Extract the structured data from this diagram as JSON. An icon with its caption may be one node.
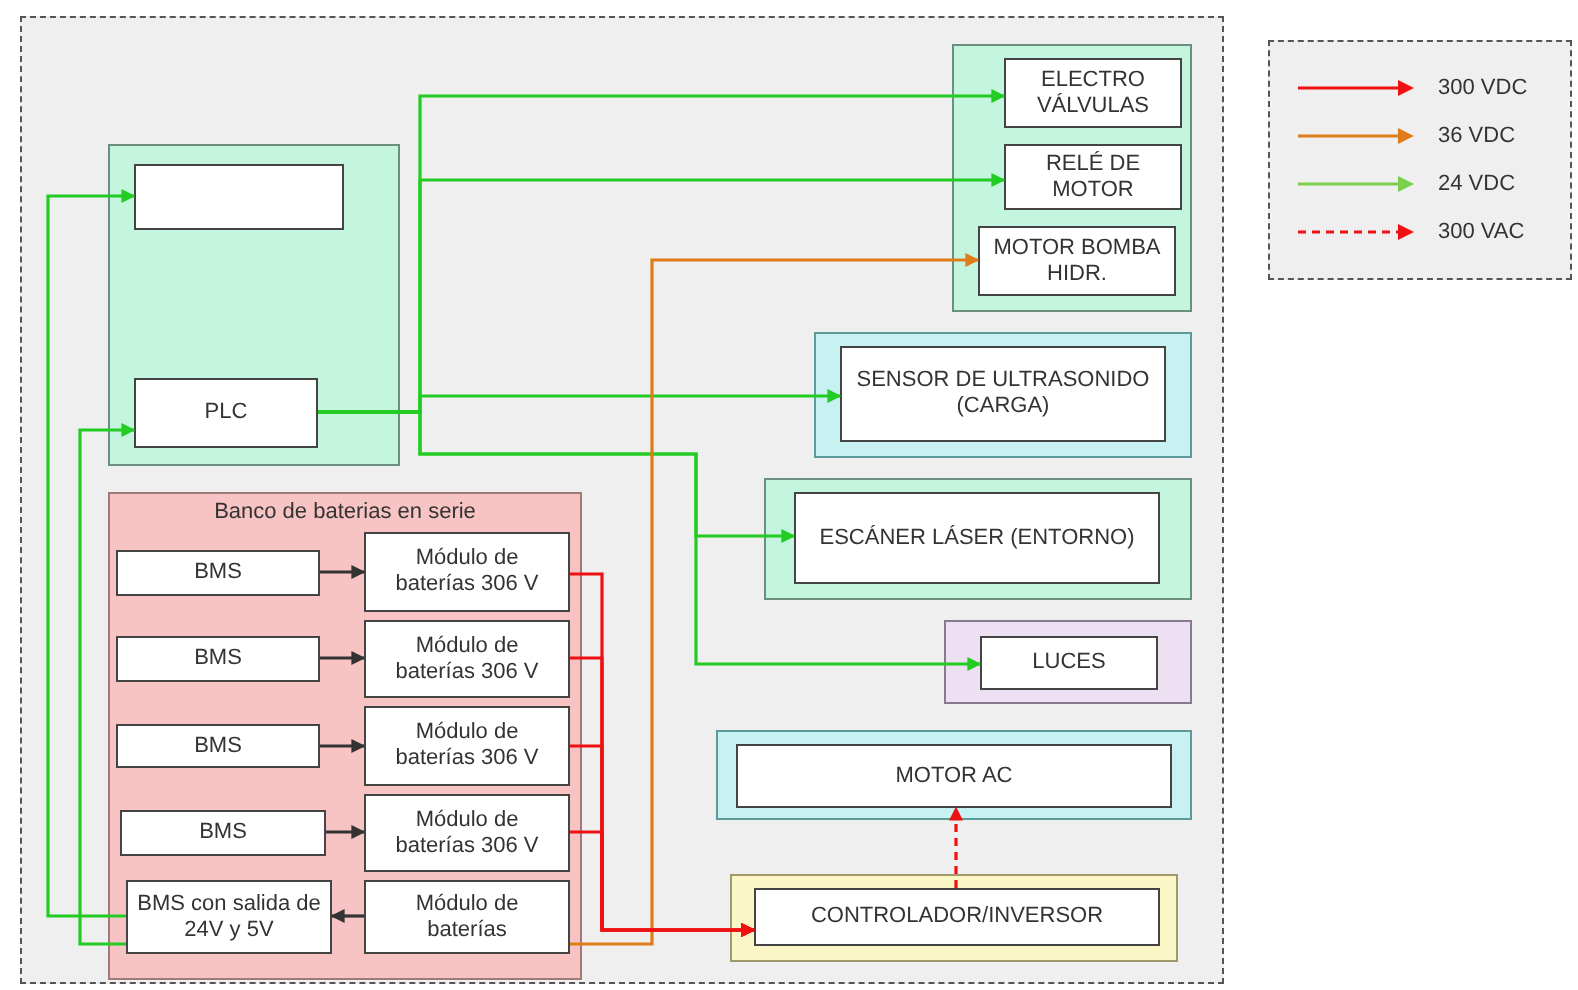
{
  "diagram": {
    "nodes": [
      {
        "text": [],
        "shape": "box"
      },
      {
        "text": [],
        "shape": "box",
        "in": 0
      },
      {
        "text": [
          "PLC"
        ],
        "in": 0
      },
      {
        "text": [],
        "shape": "box"
      },
      {
        "text": [
          "ELECTRO VÁLVULAS"
        ],
        "in": 3
      },
      {
        "text": [
          "RELÉ DE MOTOR"
        ],
        "in": 3
      },
      {
        "text": [
          "MOTOR BOMBA HIDR."
        ],
        "in": 3
      },
      {
        "text": [],
        "shape": "box"
      },
      {
        "text": [
          "SENSOR DE ULTRASONIDO (CARGA)"
        ],
        "in": 7
      },
      {
        "text": [],
        "shape": "box"
      },
      {
        "text": [
          "ESCÁNER LÁSER (ENTORNO)"
        ],
        "in": 9
      },
      {
        "text": [],
        "shape": "box"
      },
      {
        "text": [
          "LUCES"
        ],
        "in": 11
      },
      {
        "text": [
          "Banco de baterias en serie"
        ]
      },
      {
        "text": [
          "BMS"
        ],
        "in": 13
      },
      {
        "text": [
          "Módulo de baterías 306 V"
        ],
        "in": 13
      },
      {
        "text": [
          "BMS"
        ],
        "in": 13
      },
      {
        "text": [
          "Módulo de baterías 306 V"
        ],
        "in": 13
      },
      {
        "text": [
          "BMS"
        ],
        "in": 13
      },
      {
        "text": [
          "Módulo de baterías 306 V"
        ],
        "in": 13
      },
      {
        "text": [
          "BMS"
        ],
        "in": 13
      },
      {
        "text": [
          "Módulo de baterías 306 V"
        ],
        "in": 13
      },
      {
        "text": [
          "BMS con salida de 24V y 5V"
        ],
        "in": 13
      },
      {
        "text": [
          "Módulo de baterías"
        ],
        "in": 13
      },
      {
        "text": [],
        "shape": "box"
      },
      {
        "text": [
          "MOTOR AC"
        ],
        "in": 24
      },
      {
        "text": [],
        "shape": "box"
      },
      {
        "text": [
          "CONTROLADOR/INVERSOR"
        ],
        "in": 26
      }
    ],
    "edges": [
      {
        "from": 2,
        "to": 4,
        "arrow": "to"
      },
      {
        "from": 2,
        "to": 5,
        "arrow": "to"
      },
      {
        "from": 2,
        "to": 8,
        "arrow": "to"
      },
      {
        "from": 2,
        "to": 10,
        "arrow": "to"
      },
      {
        "from": 2,
        "to": 12,
        "arrow": "to"
      },
      {
        "from": 22,
        "to": 1,
        "arrow": "to"
      },
      {
        "from": 22,
        "to": 2,
        "arrow": "to"
      },
      {
        "from": 23,
        "to": 6,
        "arrow": "to",
        "color": "#e07b1a"
      },
      {
        "from": 15,
        "to": 27,
        "arrow": "to",
        "color": "#ee1111"
      },
      {
        "from": 17,
        "to": 27,
        "arrow": "to",
        "color": "#ee1111"
      },
      {
        "from": 19,
        "to": 27,
        "arrow": "to",
        "color": "#ee1111"
      },
      {
        "from": 21,
        "to": 27,
        "arrow": "to",
        "color": "#ee1111"
      },
      {
        "from": 14,
        "to": 15,
        "arrow": "to",
        "color": "#333333"
      },
      {
        "from": 16,
        "to": 17,
        "arrow": "to",
        "color": "#333333"
      },
      {
        "from": 18,
        "to": 19,
        "arrow": "to",
        "color": "#333333"
      },
      {
        "from": 20,
        "to": 21,
        "arrow": "to",
        "color": "#333333"
      },
      {
        "from": 23,
        "to": 22,
        "arrow": "to",
        "color": "#333333"
      },
      {
        "from": 27,
        "to": 25,
        "arrow": "to",
        "style": "dashed",
        "color": "#ee1111"
      }
    ],
    "legend": [
      {
        "text": "300 VDC"
      },
      {
        "text": "36 VDC"
      },
      {
        "text": "24 VDC"
      },
      {
        "text": "300 VAC"
      }
    ]
  }
}
